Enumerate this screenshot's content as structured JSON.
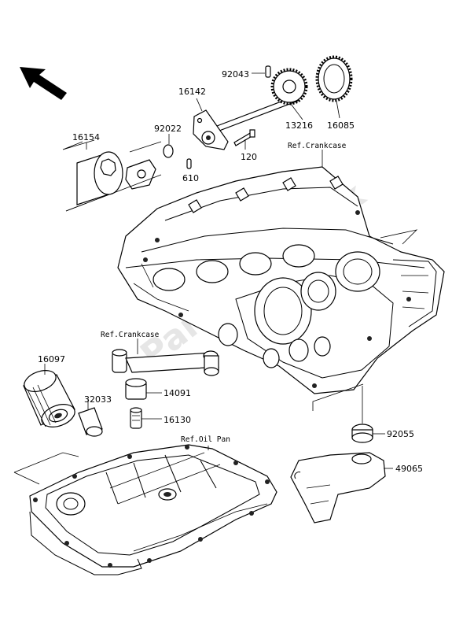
{
  "parts": [
    {
      "id": "p92043",
      "number": "92043"
    },
    {
      "id": "p16142",
      "number": "16142"
    },
    {
      "id": "p92022",
      "number": "92022"
    },
    {
      "id": "p16154",
      "number": "16154"
    },
    {
      "id": "p13216",
      "number": "13216"
    },
    {
      "id": "p16085",
      "number": "16085"
    },
    {
      "id": "p120",
      "number": "120"
    },
    {
      "id": "p610",
      "number": "610"
    },
    {
      "id": "p16097",
      "number": "16097"
    },
    {
      "id": "p32033",
      "number": "32033"
    },
    {
      "id": "p14091",
      "number": "14091"
    },
    {
      "id": "p16130",
      "number": "16130"
    },
    {
      "id": "p92055",
      "number": "92055"
    },
    {
      "id": "p49065",
      "number": "49065"
    }
  ],
  "references": {
    "crankcase_top": "Ref.Crankcase",
    "crankcase_left": "Ref.Crankcase",
    "oil_pan": "Ref.Oil Pan"
  },
  "watermark": "PartsRepublik",
  "icons": {
    "direction": "front-arrow-icon"
  }
}
